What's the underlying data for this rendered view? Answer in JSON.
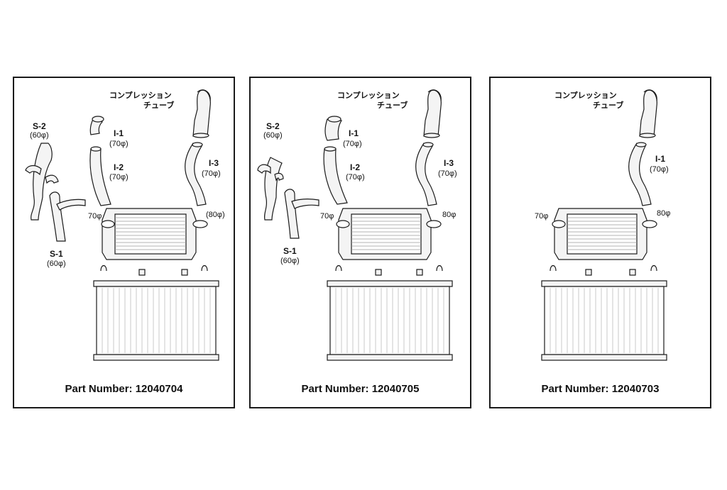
{
  "panels": [
    {
      "part_number": "Part Number: 12040704",
      "compressor_label": [
        "コンプレッション",
        "チューブ"
      ],
      "pipes": [
        {
          "name": "S-2",
          "size": "(60φ)"
        },
        {
          "name": "I-1",
          "size": "(70φ)"
        },
        {
          "name": "I-2",
          "size": "(70φ)"
        },
        {
          "name": "I-3",
          "size": "(70φ)"
        },
        {
          "name": "S-1",
          "size": "(60φ)"
        }
      ],
      "inlet": "70φ",
      "outlet": "(80φ)"
    },
    {
      "part_number": "Part Number: 12040705",
      "compressor_label": [
        "コンプレッション",
        "チューブ"
      ],
      "pipes": [
        {
          "name": "S-2",
          "size": "(60φ)"
        },
        {
          "name": "I-1",
          "size": "(70φ)"
        },
        {
          "name": "I-2",
          "size": "(70φ)"
        },
        {
          "name": "I-3",
          "size": "(70φ)"
        },
        {
          "name": "S-1",
          "size": "(60φ)"
        }
      ],
      "inlet": "70φ",
      "outlet": "80φ"
    },
    {
      "part_number": "Part Number: 12040703",
      "compressor_label": [
        "コンプレッション",
        "チューブ"
      ],
      "pipes": [
        {
          "name": "I-1",
          "size": "(70φ)"
        }
      ],
      "inlet": "70φ",
      "outlet": "80φ"
    }
  ],
  "colors": {
    "line": "#1a1a1a",
    "fill": "#f4f4f4",
    "fin": "#9a9a9a"
  }
}
